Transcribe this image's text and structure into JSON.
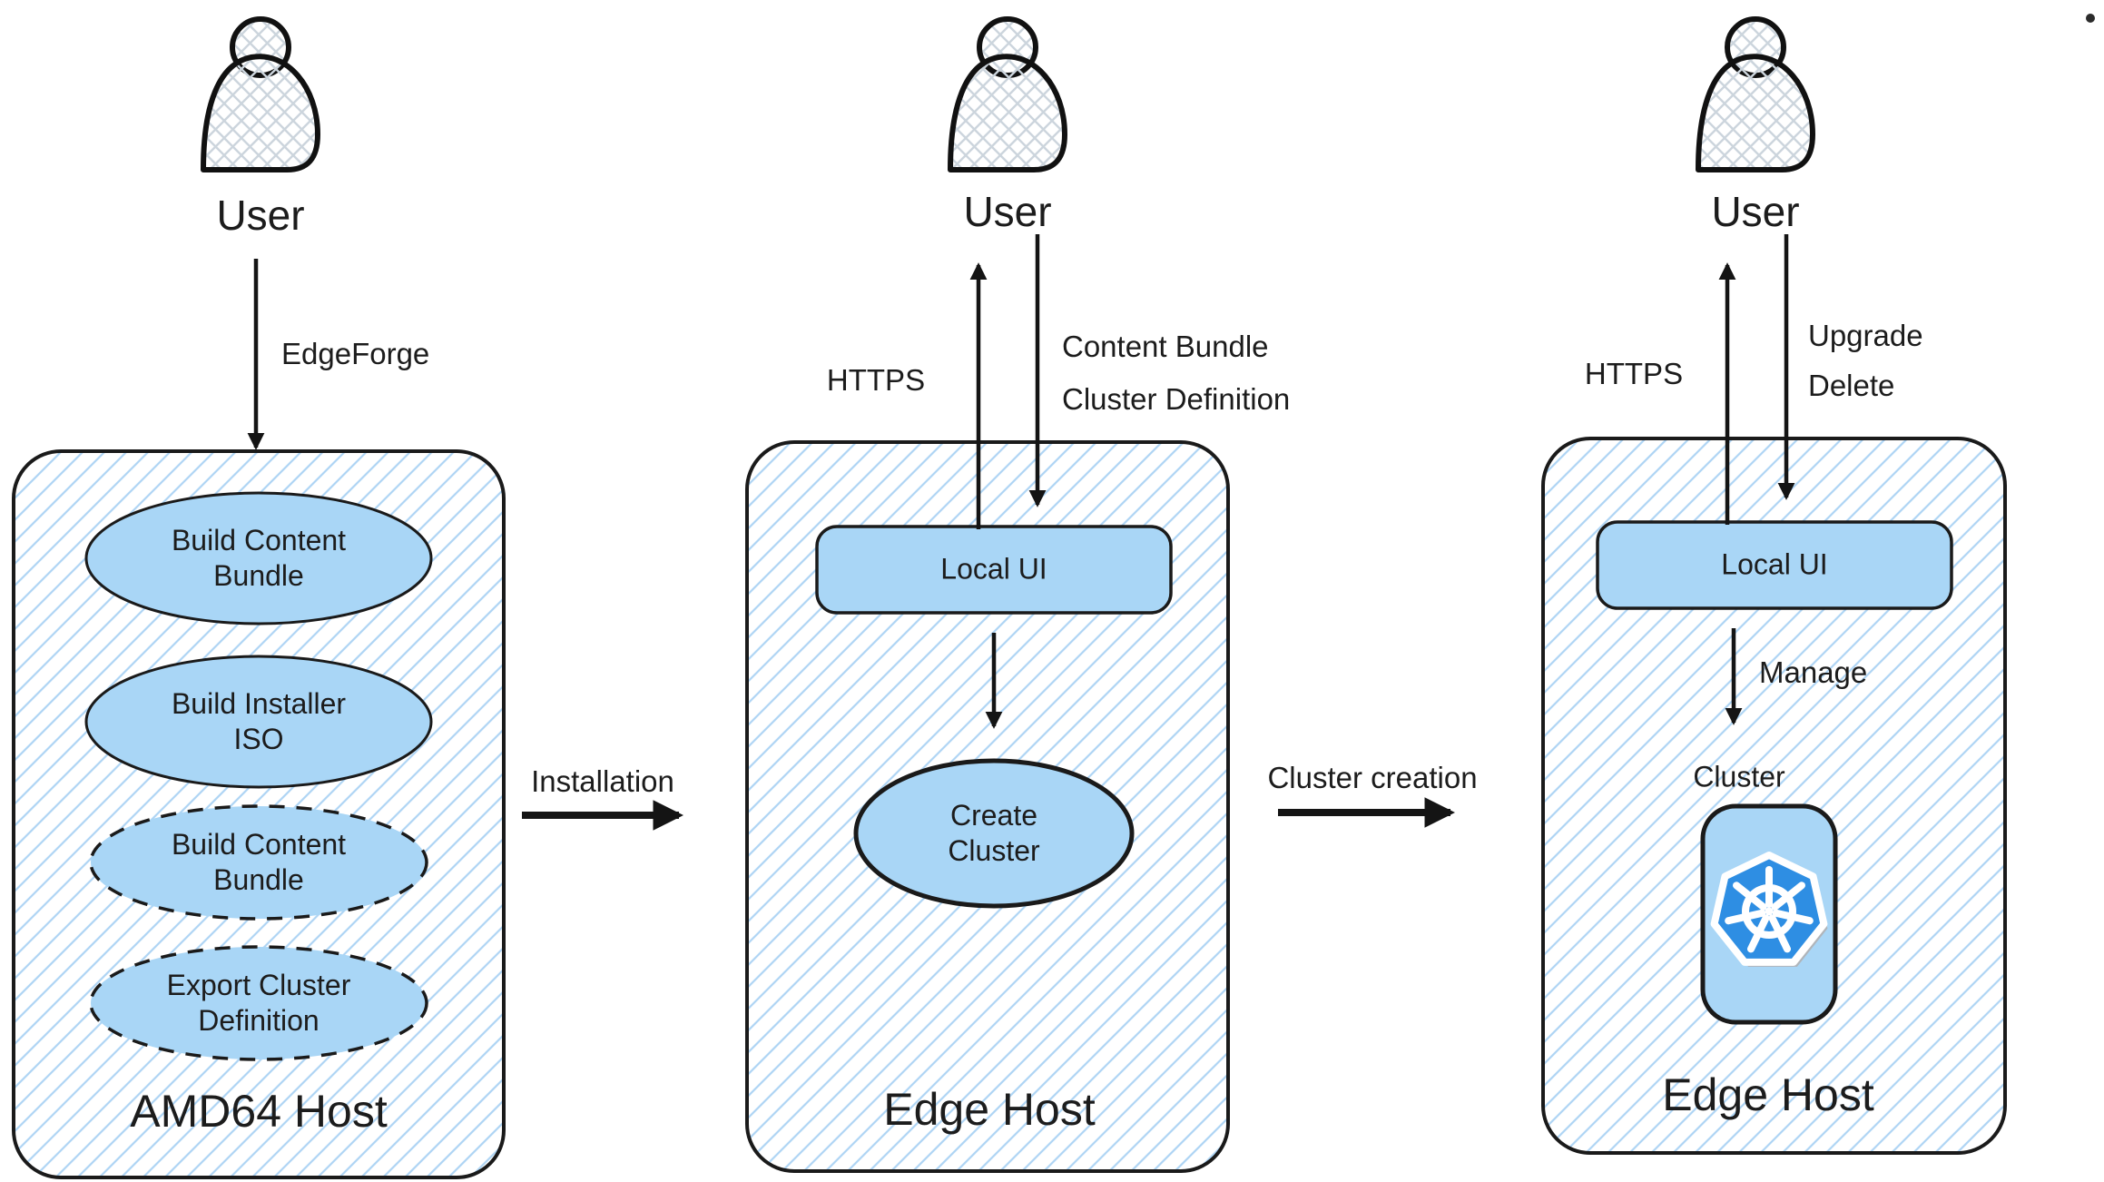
{
  "left": {
    "user": "User",
    "arrow_label": "EdgeForge",
    "host": "AMD64 Host",
    "node1": {
      "l1": "Build Content",
      "l2": "Bundle"
    },
    "node2": {
      "l1": "Build Installer",
      "l2": "ISO"
    },
    "node3": {
      "l1": "Build Content",
      "l2": "Bundle"
    },
    "node4": {
      "l1": "Export Cluster",
      "l2": "Definition"
    }
  },
  "middle": {
    "user": "User",
    "up_label": "HTTPS",
    "down_label1": "Content Bundle",
    "down_label2": "Cluster Definition",
    "local_ui": "Local UI",
    "create_cluster": {
      "l1": "Create",
      "l2": "Cluster"
    },
    "host": "Edge Host"
  },
  "right": {
    "user": "User",
    "up_label": "HTTPS",
    "down_label1": "Upgrade",
    "down_label2": "Delete",
    "local_ui": "Local UI",
    "manage_label": "Manage",
    "cluster_label": "Cluster",
    "host": "Edge Host"
  },
  "transitions": {
    "installation": "Installation",
    "cluster_creation": "Cluster creation"
  },
  "icons": {
    "user": "person-icon",
    "kubernetes": "kubernetes-wheel-icon"
  },
  "colors": {
    "node_fill": "#a9d6f6",
    "hatch_line": "#aed4f4",
    "crosshatch_line": "#ccd5dd",
    "stroke": "#1a1a1a",
    "kubernetes_blue": "#2e8ee3"
  }
}
